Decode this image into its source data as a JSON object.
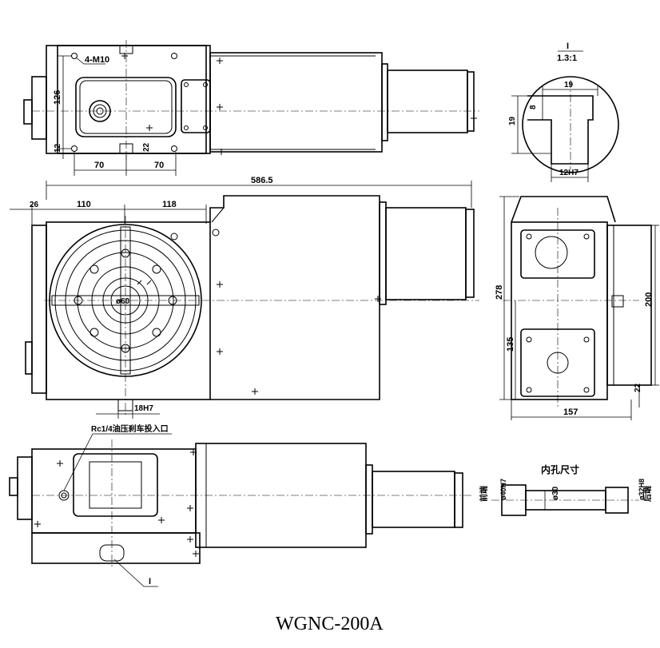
{
  "drawing": {
    "model_title": "WGNC-200A",
    "top_view": {
      "bolt_callout": "4-M10",
      "dim_126": "126",
      "dim_12": "12",
      "dim_22": "22",
      "dim_70_left": "70",
      "dim_70_right": "70"
    },
    "detail_view": {
      "label": "I",
      "scale": "1.3:1",
      "dim_19_width": "19",
      "dim_19_height": "19",
      "dim_8": "8",
      "dim_slot": "12H7"
    },
    "front_view": {
      "dim_overall": "586.5",
      "dim_26": "26",
      "dim_110": "110",
      "dim_118": "118",
      "dim_bore": "ø60",
      "dim_key": "18H7"
    },
    "side_view": {
      "dim_278": "278",
      "dim_135": "135",
      "dim_200": "200",
      "dim_22": "22",
      "dim_157": "157"
    },
    "bottom_view": {
      "port_callout": "Rc1/4油压刹车投入口",
      "detail_marker": "I"
    },
    "bore_detail": {
      "title": "内孔尺寸",
      "front_end_label": "前端",
      "front_bore": "ø40H7",
      "mid_bore": "ø30",
      "rear_bore": "ø32H8",
      "rear_end_label": "后端"
    }
  }
}
